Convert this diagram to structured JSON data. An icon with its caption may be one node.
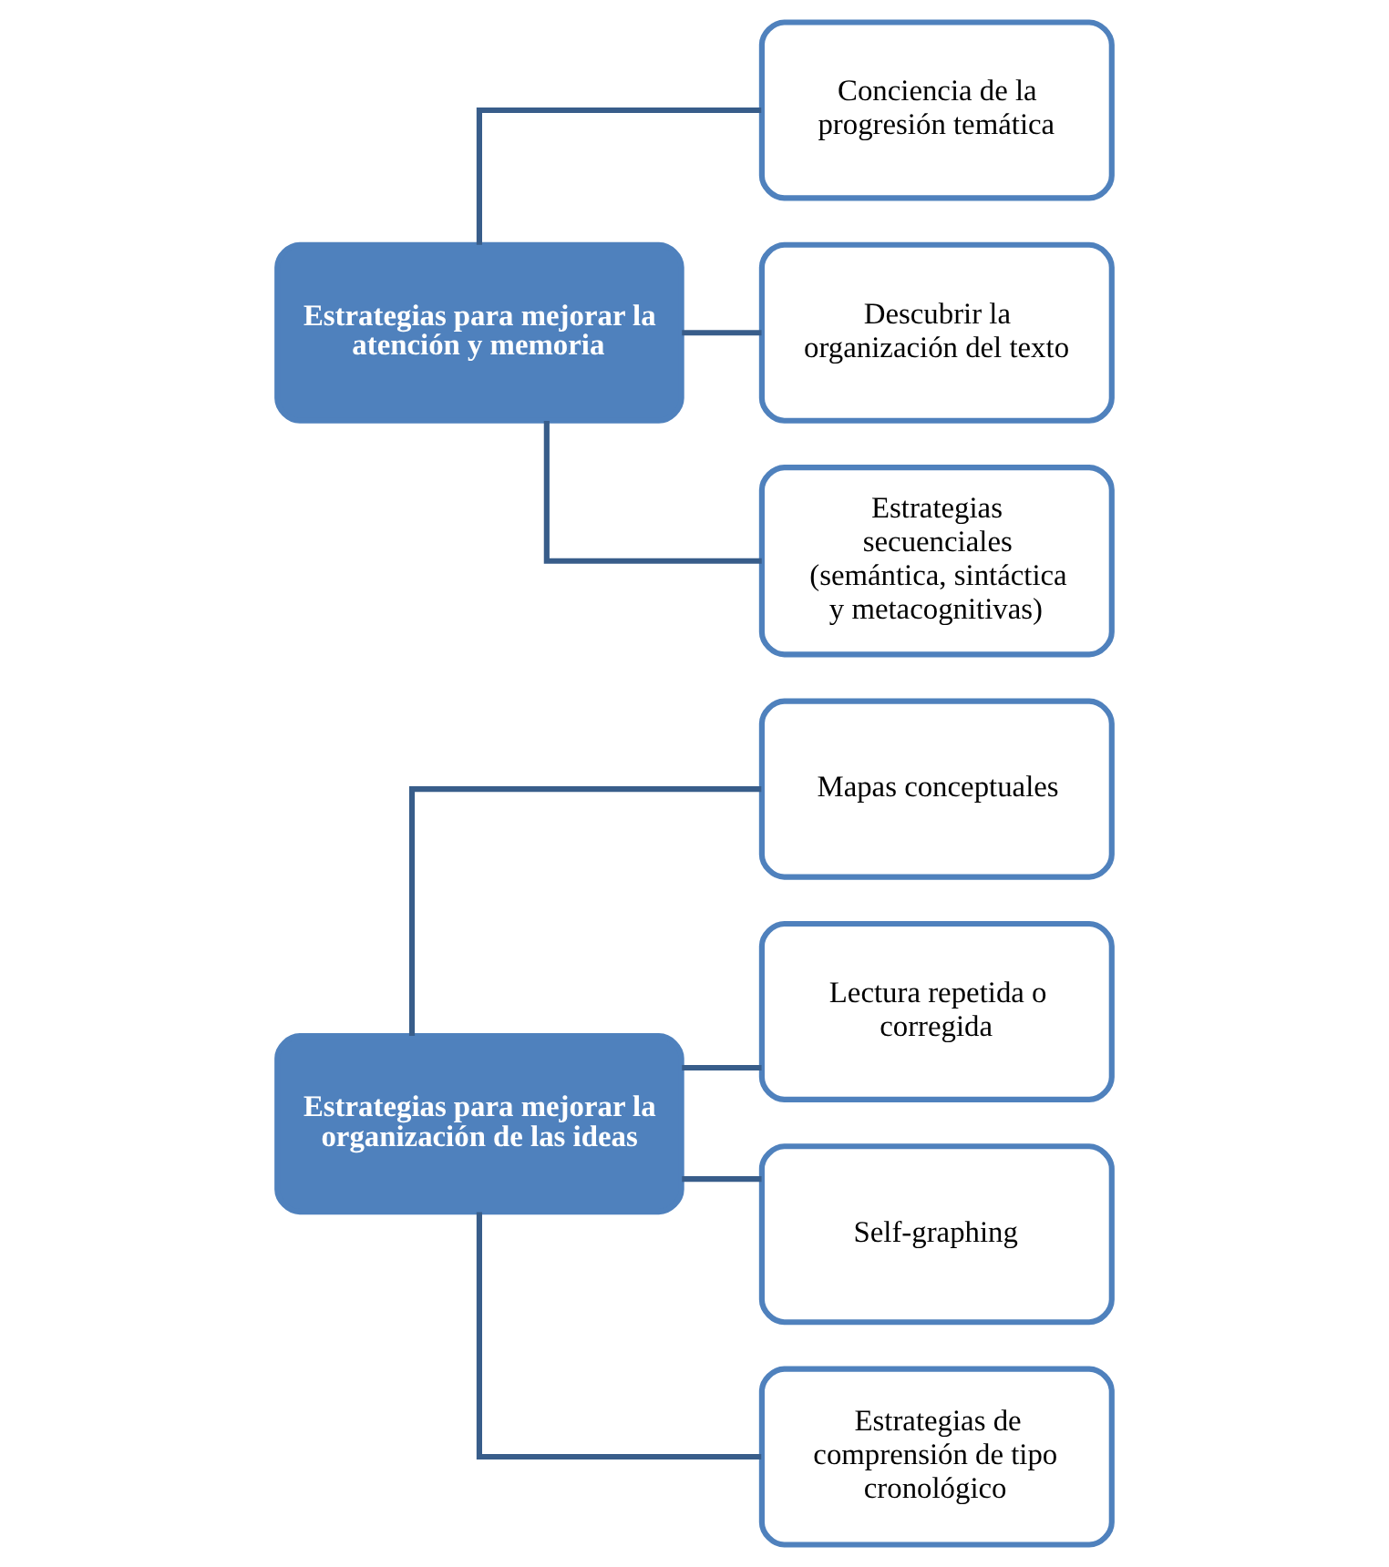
{
  "diagram": {
    "nodes": [
      {
        "text": [
          "Estrategias para mejorar la organización de las ideas"
        ]
      },
      {
        "text": [
          "Mapas conceptuales"
        ]
      },
      {
        "text": [
          "Lectura repetida o corregida"
        ]
      },
      {
        "text": [
          "Self-graphing"
        ]
      },
      {
        "text": [
          "Estrategias de comprensión de tipo cronológico"
        ]
      },
      {
        "text": [
          "Estrategias para mejorar la atención y memoria"
        ]
      },
      {
        "text": [
          "Conciencia de la progresión temática"
        ]
      },
      {
        "text": [
          "Descubrir la organización del texto"
        ]
      },
      {
        "text": [
          "Estrategias secuenciales (semántica, sintáctica y metacognitivas)"
        ]
      }
    ],
    "edges": [
      {
        "from": 0,
        "to": 1,
        "arrow": "none"
      },
      {
        "from": 0,
        "to": 2,
        "arrow": "none"
      },
      {
        "from": 0,
        "to": 3,
        "arrow": "none"
      },
      {
        "from": 0,
        "to": 4,
        "arrow": "none"
      },
      {
        "from": 5,
        "to": 6,
        "arrow": "none"
      },
      {
        "from": 5,
        "to": 7,
        "arrow": "none"
      },
      {
        "from": 5,
        "to": 8,
        "arrow": "none"
      }
    ]
  }
}
